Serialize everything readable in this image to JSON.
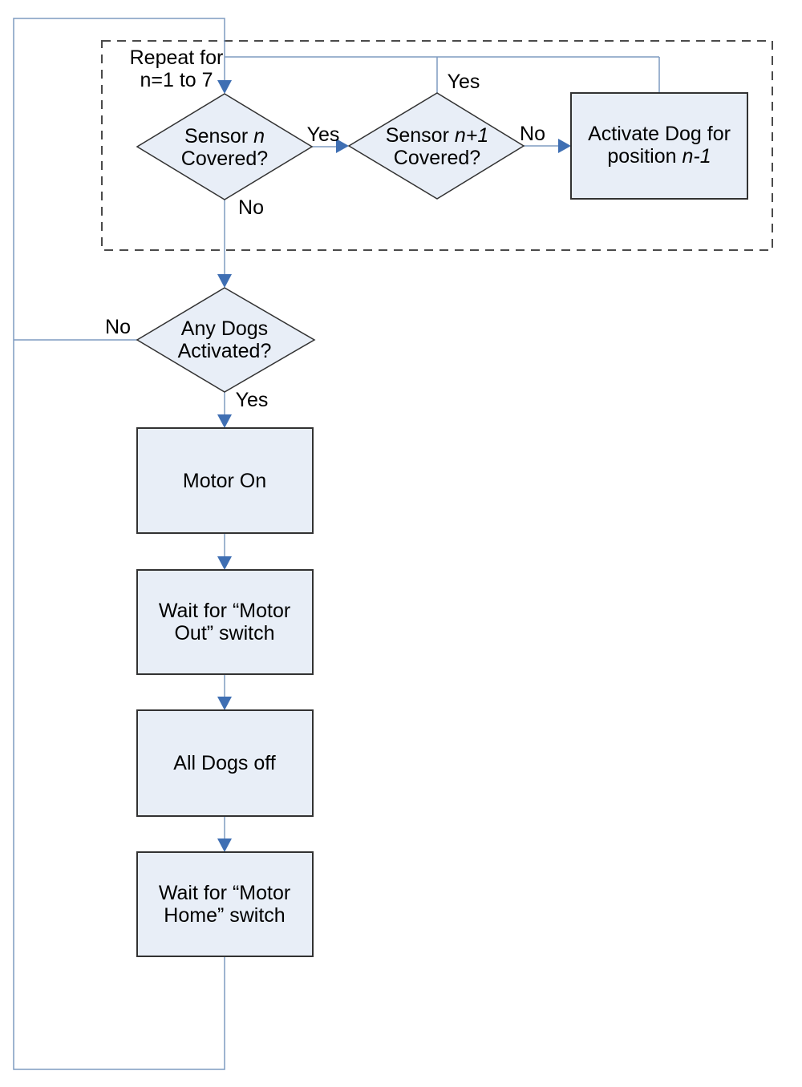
{
  "colors": {
    "background": "#ffffff",
    "node_fill": "#e8eef7",
    "node_border": "#323232",
    "connector": "#7f9cc1",
    "arrowhead": "#3f6fb3",
    "dashed_border": "#4a4a4a",
    "text": "#000000"
  },
  "loop_label": {
    "line1": "Repeat for",
    "line2": "n=1 to 7"
  },
  "nodes": {
    "sensor_n": {
      "line1_prefix": "Sensor ",
      "line1_var": "n",
      "line2": "Covered?"
    },
    "sensor_n_plus_1": {
      "line1_prefix": "Sensor ",
      "line1_var": "n+1",
      "line2": "Covered?"
    },
    "activate_dog": {
      "line1": "Activate Dog for",
      "line2_prefix": "position ",
      "line2_var": "n-1"
    },
    "any_dogs": {
      "line1": "Any Dogs",
      "line2": "Activated?"
    },
    "motor_on": {
      "line1": "Motor On"
    },
    "wait_motor_out": {
      "line1": "Wait for “Motor",
      "line2": "Out” switch"
    },
    "all_dogs_off": {
      "line1": "All Dogs off"
    },
    "wait_motor_home": {
      "line1": "Wait for “Motor",
      "line2": "Home” switch"
    }
  },
  "edge_labels": {
    "yes_d1_to_d2": "Yes",
    "no_d1_down": "No",
    "yes_d2_up": "Yes",
    "no_d2_to_activate": "No",
    "no_d3_left": "No",
    "yes_d3_down": "Yes"
  }
}
